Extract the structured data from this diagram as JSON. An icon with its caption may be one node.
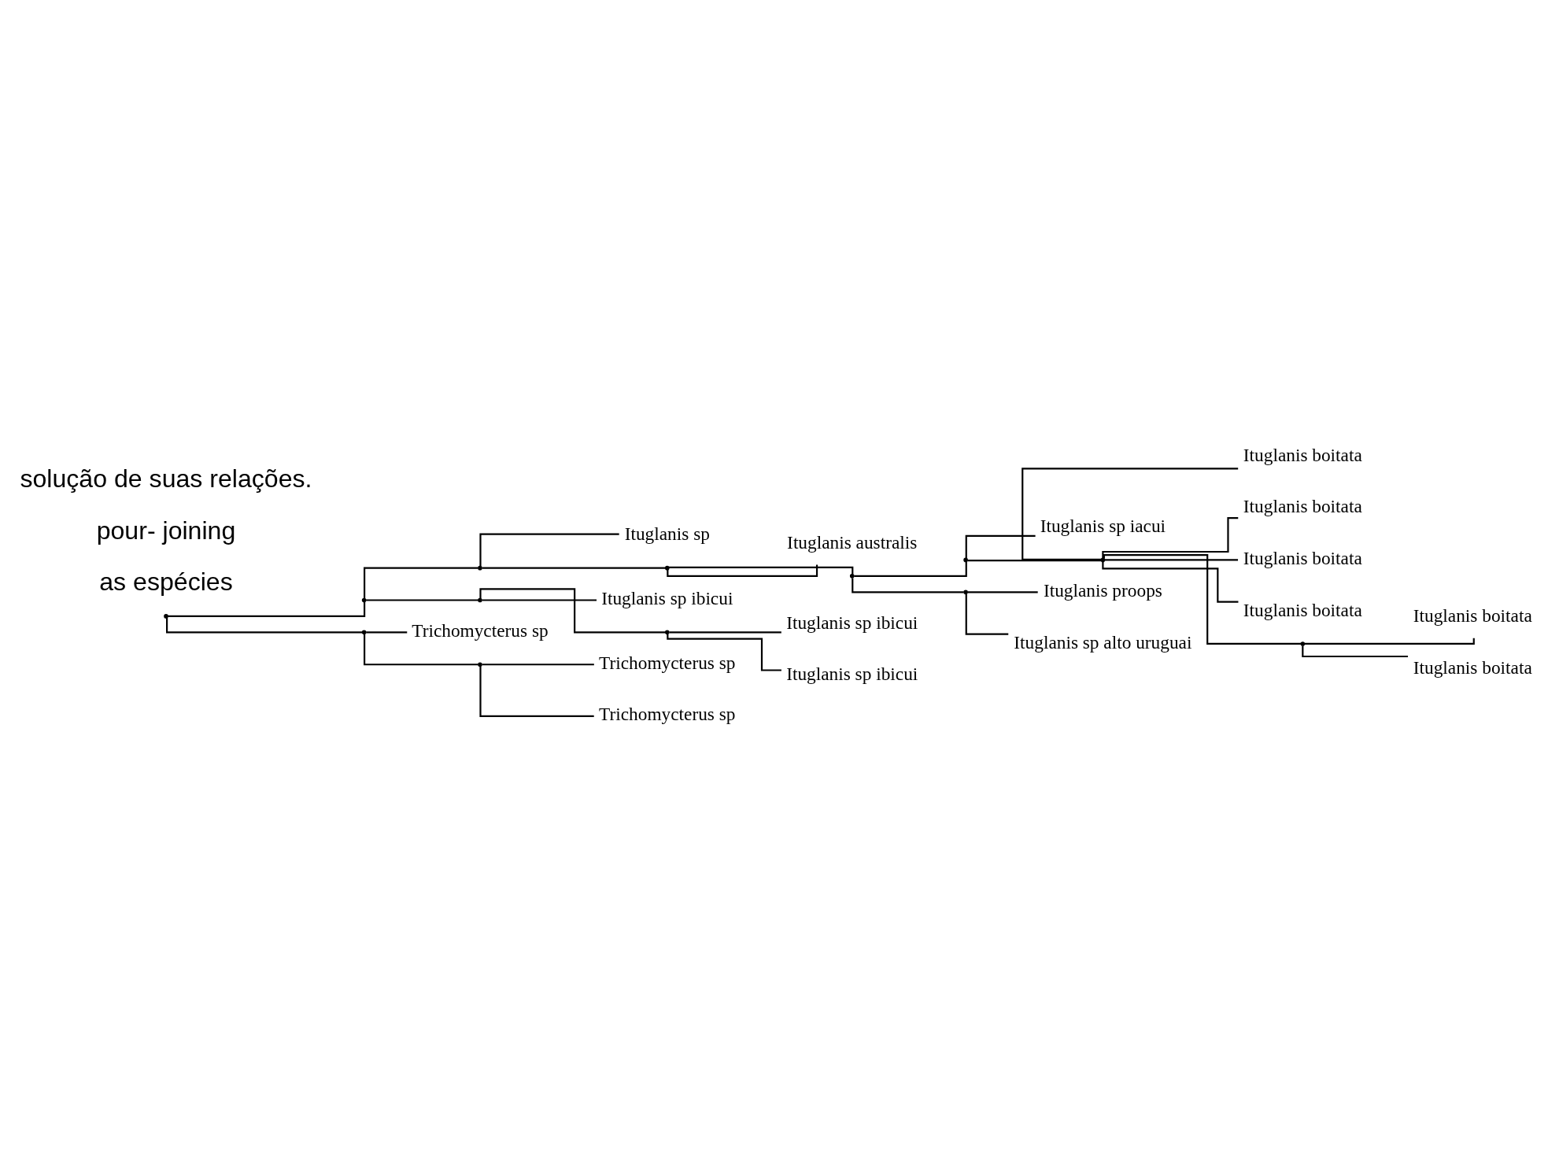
{
  "diagram": {
    "nodes": [
      {
        "text": [
          "Ituglanis boitata"
        ]
      },
      {
        "text": [
          "Ituglanis boitata"
        ]
      },
      {
        "text": [
          "Ituglanis boitata"
        ]
      },
      {
        "text": [
          "Ituglanis boitata"
        ]
      },
      {
        "text": [
          "Ituglanis boitata"
        ]
      },
      {
        "text": [
          "Ituglanis boitata"
        ]
      },
      {
        "text": [
          "Ituglanis sp iacui"
        ]
      },
      {
        "text": [
          "Ituglanis proops"
        ]
      },
      {
        "text": [
          "Ituglanis sp alto uruguai"
        ]
      },
      {
        "text": [
          "Ituglanis australis"
        ]
      },
      {
        "text": [
          "Ituglanis sp"
        ]
      },
      {
        "text": [
          "Ituglanis sp ibicui"
        ]
      },
      {
        "text": [
          "Ituglanis sp ibicui"
        ]
      },
      {
        "text": [
          "Ituglanis sp ibicui"
        ]
      },
      {
        "text": [
          "Trichomycterus sp"
        ]
      },
      {
        "text": [
          "Trichomycterus sp"
        ]
      },
      {
        "text": [
          "Trichomycterus sp"
        ]
      },
      {
        "text": [],
        "shape": "point"
      },
      {
        "text": [],
        "shape": "point"
      },
      {
        "text": [],
        "shape": "point"
      },
      {
        "text": [],
        "shape": "point"
      },
      {
        "text": [],
        "shape": "point"
      },
      {
        "text": [],
        "shape": "point"
      },
      {
        "text": [],
        "shape": "point"
      },
      {
        "text": [],
        "shape": "point"
      },
      {
        "text": [],
        "shape": "point"
      },
      {
        "text": [],
        "shape": "point"
      },
      {
        "text": [],
        "shape": "point"
      },
      {
        "text": [],
        "shape": "point"
      },
      {
        "text": [],
        "shape": "point"
      }
    ],
    "edges": [
      {
        "from": 17,
        "to": 18,
        "arrow": "none"
      },
      {
        "from": 17,
        "to": 28,
        "arrow": "none"
      },
      {
        "from": 18,
        "to": 19,
        "arrow": "none"
      },
      {
        "from": 18,
        "to": 26,
        "arrow": "none"
      },
      {
        "from": 19,
        "to": 20,
        "arrow": "none"
      },
      {
        "from": 19,
        "to": 10,
        "arrow": "none"
      },
      {
        "from": 20,
        "to": 21,
        "arrow": "none"
      },
      {
        "from": 20,
        "to": 9,
        "arrow": "none"
      },
      {
        "from": 21,
        "to": 22,
        "arrow": "none"
      },
      {
        "from": 21,
        "to": 25,
        "arrow": "none"
      },
      {
        "from": 22,
        "to": 23,
        "arrow": "none"
      },
      {
        "from": 22,
        "to": 6,
        "arrow": "none"
      },
      {
        "from": 23,
        "to": 24,
        "arrow": "none"
      },
      {
        "from": 23,
        "to": 2,
        "arrow": "none"
      },
      {
        "from": 23,
        "to": 3,
        "arrow": "none"
      },
      {
        "from": 23,
        "to": 4,
        "arrow": "none"
      },
      {
        "from": 23,
        "to": 5,
        "arrow": "none"
      },
      {
        "from": 24,
        "to": 0,
        "arrow": "none"
      },
      {
        "from": 24,
        "to": 1,
        "arrow": "none"
      },
      {
        "from": 25,
        "to": 7,
        "arrow": "none"
      },
      {
        "from": 25,
        "to": 8,
        "arrow": "none"
      },
      {
        "from": 26,
        "to": 11,
        "arrow": "none"
      },
      {
        "from": 26,
        "to": 27,
        "arrow": "none"
      },
      {
        "from": 27,
        "to": 12,
        "arrow": "none"
      },
      {
        "from": 27,
        "to": 13,
        "arrow": "none"
      },
      {
        "from": 28,
        "to": 14,
        "arrow": "none"
      },
      {
        "from": 28,
        "to": 29,
        "arrow": "none"
      },
      {
        "from": 29,
        "to": 15,
        "arrow": "none"
      },
      {
        "from": 29,
        "to": 16,
        "arrow": "none"
      }
    ],
    "labels": [
      "solução de suas relações.",
      "pour- joining",
      "as espécies"
    ]
  }
}
